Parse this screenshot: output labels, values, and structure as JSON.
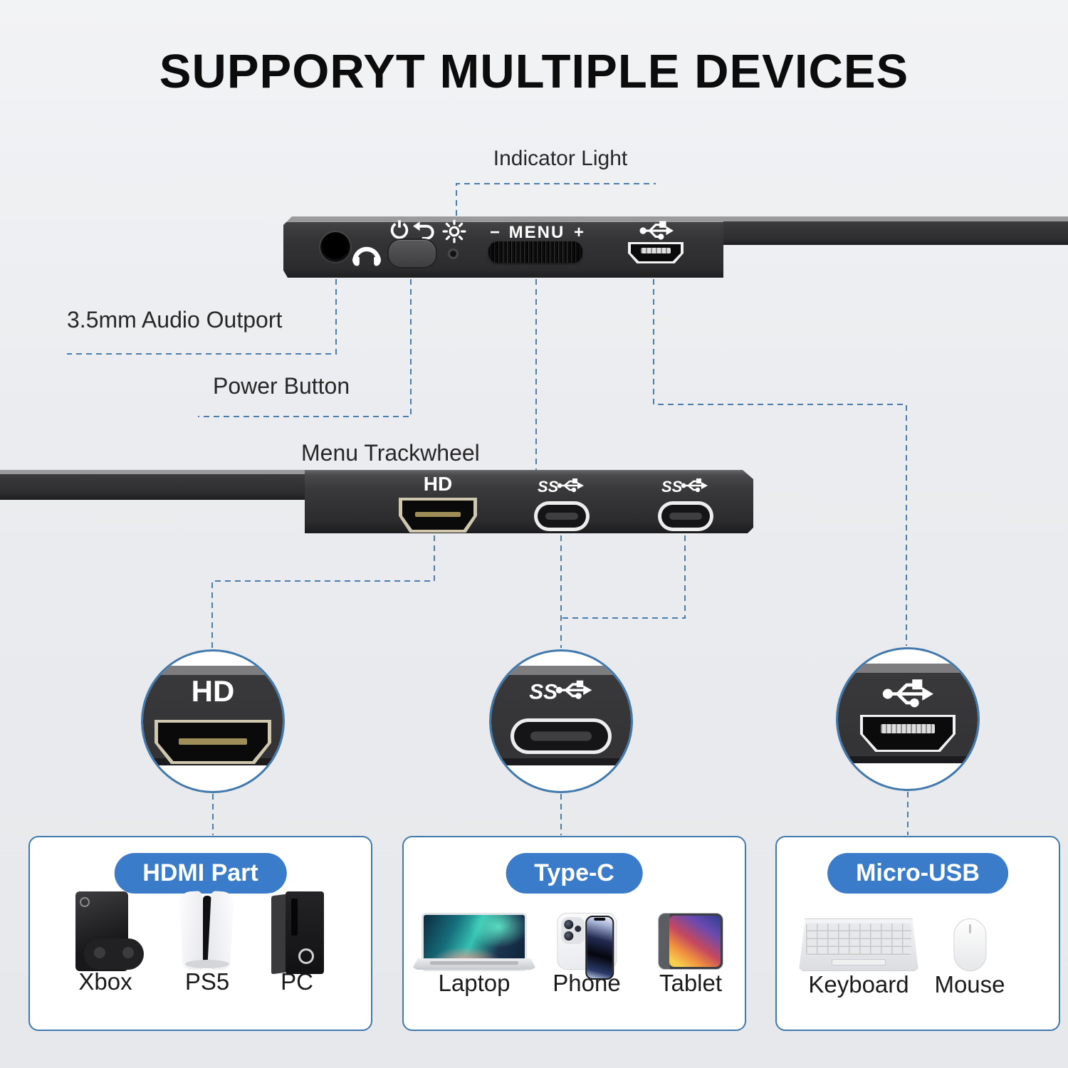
{
  "title": "SUPPORYT MULTIPLE DEVICES",
  "indicator": {
    "label": "Indicator Light"
  },
  "top_edge": {
    "menu": {
      "minus": "−",
      "label": "MENU",
      "plus": "+"
    },
    "callouts": [
      {
        "label": "3.5mm Audio Outport"
      },
      {
        "label": "Power Button"
      },
      {
        "label": "Menu Trackwheel"
      }
    ]
  },
  "bottom_edge": {
    "hdmi_label": "HD"
  },
  "zoom_circles": [
    {
      "port": "hdmi",
      "label": "HD"
    },
    {
      "port": "usb-c",
      "icon": "ss-usb-icon"
    },
    {
      "port": "micro-usb",
      "icon": "usb-trident-icon"
    }
  ],
  "boxes": [
    {
      "badge": "HDMI Part",
      "devices": [
        {
          "name": "Xbox"
        },
        {
          "name": "PS5"
        },
        {
          "name": "PC"
        }
      ]
    },
    {
      "badge": "Type-C",
      "devices": [
        {
          "name": "Laptop"
        },
        {
          "name": "Phone"
        },
        {
          "name": "Tablet"
        }
      ]
    },
    {
      "badge": "Micro-USB",
      "devices": [
        {
          "name": "Keyboard"
        },
        {
          "name": "Mouse"
        }
      ]
    }
  ],
  "colors": {
    "accent_blue": "#3a7cc9",
    "leader_blue": "#4b7dad",
    "edge_dark": "#343436"
  }
}
